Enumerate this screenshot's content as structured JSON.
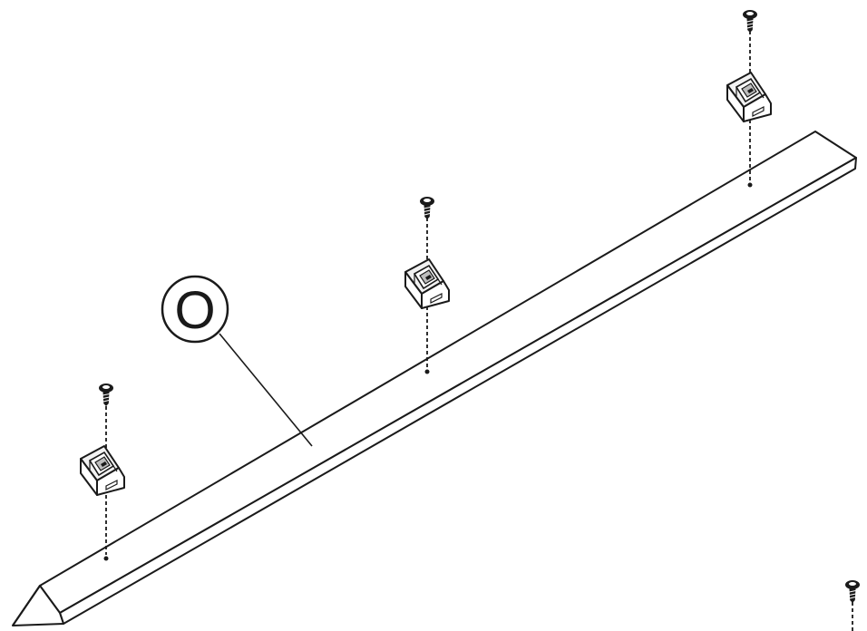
{
  "diagram": {
    "part_label": "O",
    "colors": {
      "line": "#1a1a1a",
      "fill": "#ffffff",
      "bracket_face": "#f2f2f2",
      "bracket_dark": "#bdbdbd"
    },
    "parts": {
      "rail": "rail",
      "brackets": [
        "bracket-left",
        "bracket-middle",
        "bracket-right"
      ],
      "screws": [
        "screw-left",
        "screw-middle",
        "screw-right",
        "screw-corner"
      ]
    }
  }
}
